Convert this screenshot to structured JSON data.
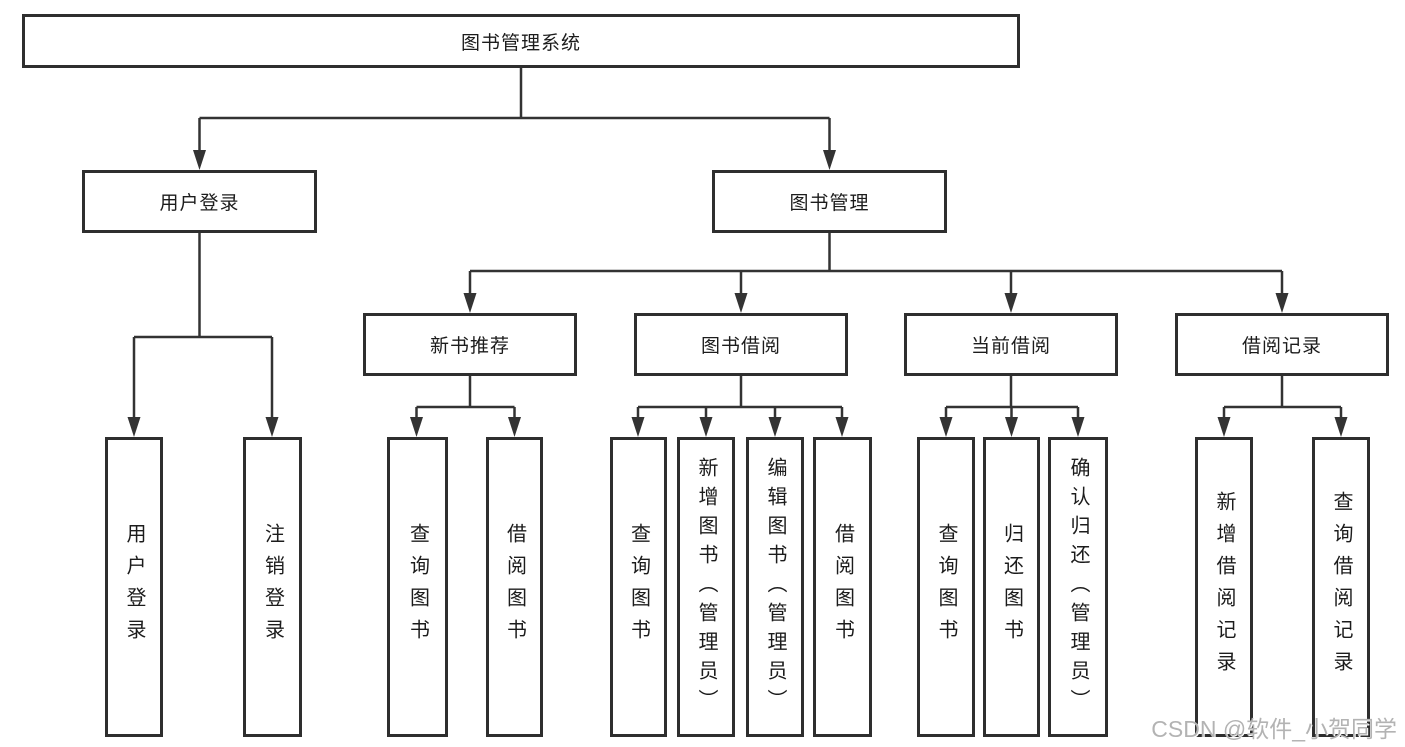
{
  "diagram": {
    "root": {
      "label": "图书管理系统"
    },
    "branches": [
      {
        "label": "用户登录",
        "children": [
          {
            "label": "用户登录"
          },
          {
            "label": "注销登录"
          }
        ]
      },
      {
        "label": "图书管理",
        "children": [
          {
            "label": "新书推荐",
            "children": [
              {
                "label": "查询图书"
              },
              {
                "label": "借阅图书"
              }
            ]
          },
          {
            "label": "图书借阅",
            "children": [
              {
                "label": "查询图书"
              },
              {
                "label": "新增图书（管理员）"
              },
              {
                "label": "编辑图书（管理员）"
              },
              {
                "label": "借阅图书"
              }
            ]
          },
          {
            "label": "当前借阅",
            "children": [
              {
                "label": "查询图书"
              },
              {
                "label": "归还图书"
              },
              {
                "label": "确认归还（管理员）"
              }
            ]
          },
          {
            "label": "借阅记录",
            "children": [
              {
                "label": "新增借阅记录"
              },
              {
                "label": "查询借阅记录"
              }
            ]
          }
        ]
      }
    ]
  },
  "colors": {
    "line": "#333333",
    "border": "#2e2e2e",
    "text": "#1c1c1c",
    "watermark": "#b3b3b3"
  },
  "watermark": "CSDN @软件_小贺同学"
}
